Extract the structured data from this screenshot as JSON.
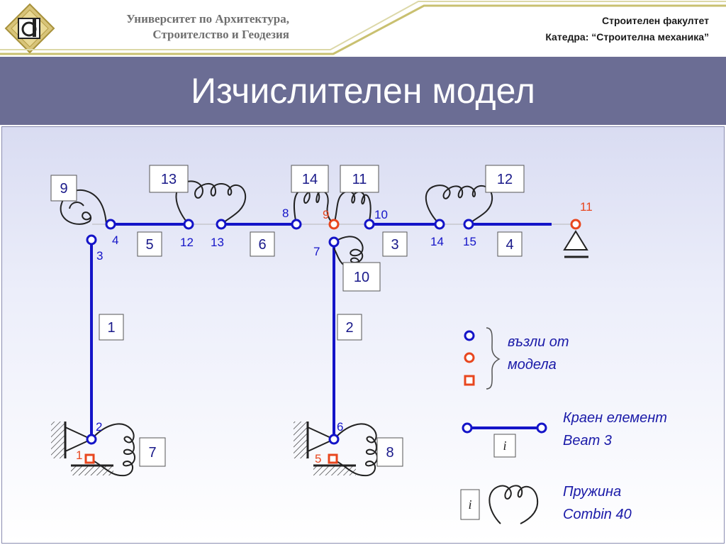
{
  "header": {
    "university_line1": "Университет по Архитектура,",
    "university_line2": "Строителство и Геодезия",
    "faculty": "Строителен факултет",
    "department": "Катедра: “Строителна механика”"
  },
  "slide": {
    "title": "Изчислителен модел"
  },
  "diagram": {
    "node_labels_blue": [
      "4",
      "12",
      "13",
      "8",
      "10",
      "14",
      "15",
      "3",
      "7",
      "2",
      "6"
    ],
    "node_labels_red": [
      "9",
      "11",
      "1",
      "5"
    ],
    "element_boxes": [
      "9",
      "13",
      "14",
      "11",
      "12",
      "5",
      "6",
      "3",
      "4",
      "10",
      "1",
      "2",
      "7",
      "8"
    ],
    "legend": {
      "nodes_line1": "възли от",
      "nodes_line2": "модела",
      "element_line1": "Краен елемент",
      "element_line2": "Beam 3",
      "element_index": "i",
      "spring_line1": "Пружина",
      "spring_line2": "Combin 40",
      "spring_index": "i"
    }
  },
  "colors": {
    "beam": "#1414c8",
    "node_blue": "#1414c8",
    "node_red": "#e8461e",
    "band": "#6b6d94"
  }
}
